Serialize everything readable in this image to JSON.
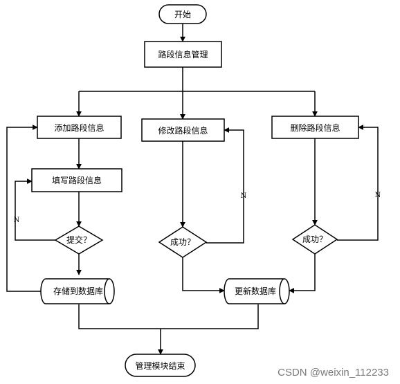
{
  "flowchart": {
    "start": "开始",
    "manage": "路段信息管理",
    "add": "添加路段信息",
    "edit": "修改路段信息",
    "delete": "删除路段信息",
    "fill": "填写路段信息",
    "submit": "提交？",
    "success_edit": "成功？",
    "success_delete": "成功？",
    "store": "存储到数据库",
    "update": "更新数据库",
    "end": "管理模块结束",
    "no_label": "N"
  },
  "watermark": "CSDN @weixin_112233"
}
